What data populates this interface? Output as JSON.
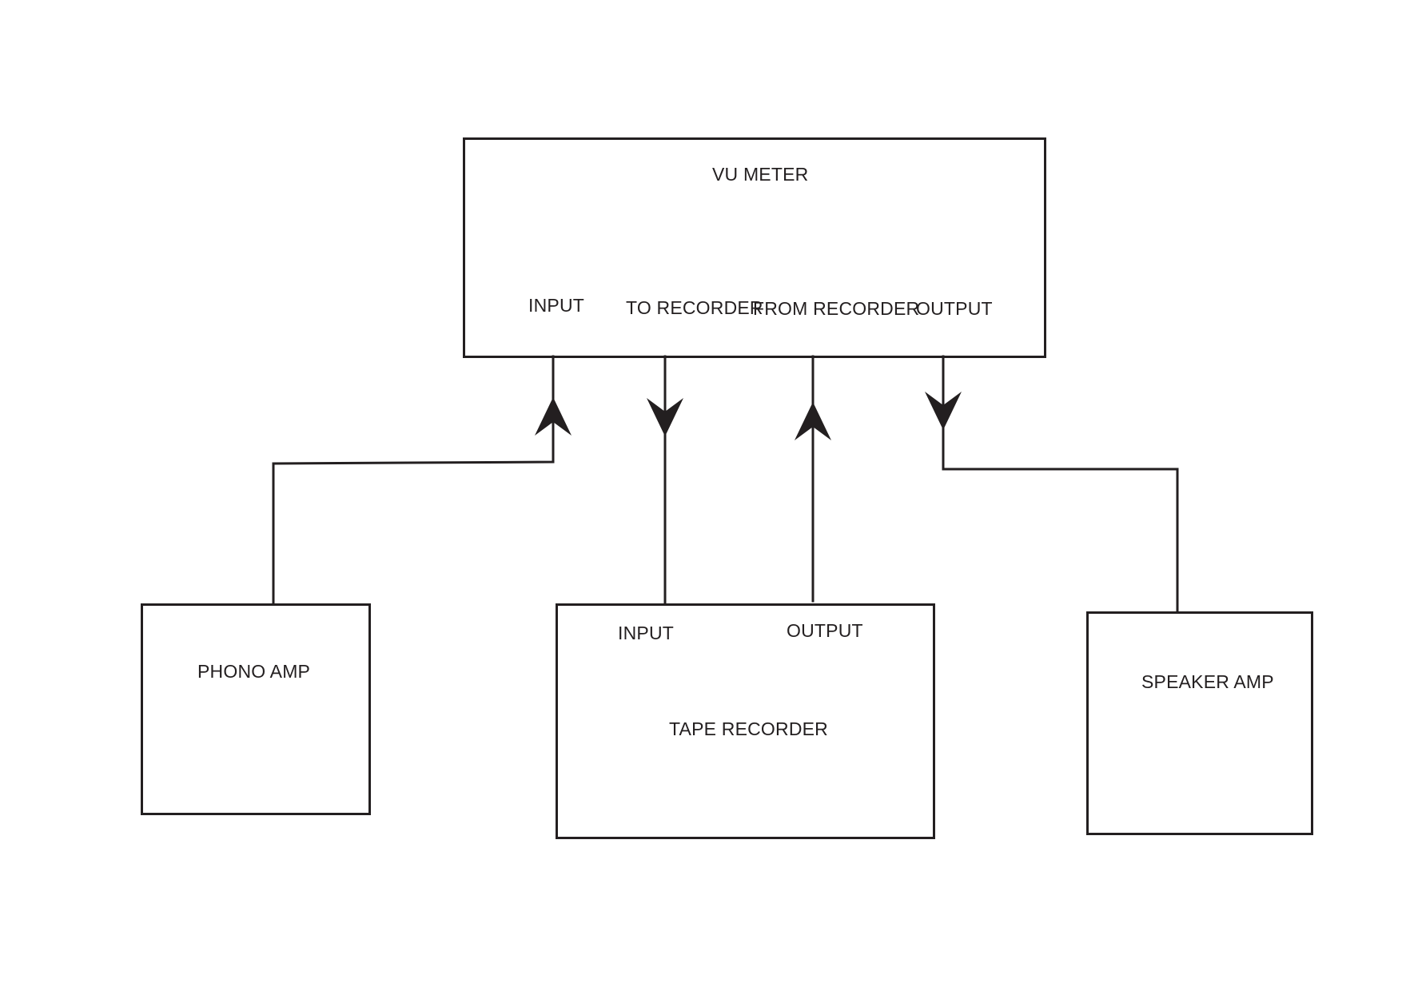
{
  "diagram": {
    "stroke_color": "#231f20",
    "background": "#ffffff",
    "nodes": {
      "vu_meter": {
        "title": "VU METER",
        "ports": {
          "input": "INPUT",
          "to_recorder": "TO RECORDER",
          "from_recorder": "FROM RECORDER",
          "output": "OUTPUT"
        }
      },
      "phono_amp": {
        "title": "PHONO AMP"
      },
      "tape_recorder": {
        "title": "TAPE RECORDER",
        "ports": {
          "input": "INPUT",
          "output": "OUTPUT"
        }
      },
      "speaker_amp": {
        "title": "SPEAKER AMP"
      }
    },
    "edges": [
      {
        "from": "phono_amp",
        "to": "vu_meter.input"
      },
      {
        "from": "vu_meter.to_recorder",
        "to": "tape_recorder.input"
      },
      {
        "from": "tape_recorder.output",
        "to": "vu_meter.from_recorder"
      },
      {
        "from": "vu_meter.output",
        "to": "speaker_amp"
      }
    ]
  }
}
